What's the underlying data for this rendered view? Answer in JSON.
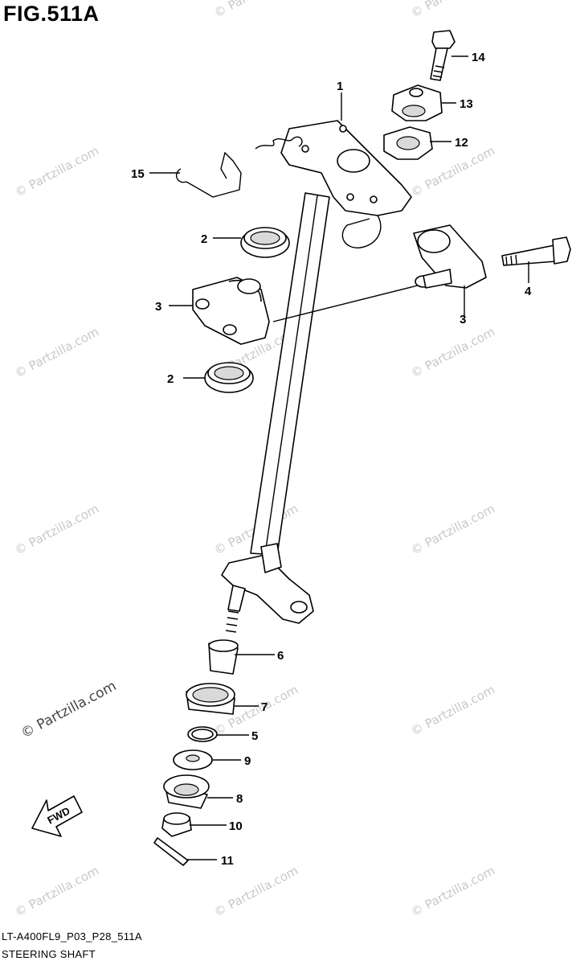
{
  "title": "FIG.511A",
  "footer": {
    "code": "LT-A400FL9_P03_P28_511A",
    "name": "STEERING SHAFT"
  },
  "watermark": "© Partzilla.com",
  "fwd_label": "FWD",
  "callouts": {
    "c1": "1",
    "c2a": "2",
    "c2b": "2",
    "c3a": "3",
    "c3b": "3",
    "c4": "4",
    "c5": "5",
    "c6": "6",
    "c7": "7",
    "c8": "8",
    "c9": "9",
    "c10": "10",
    "c11": "11",
    "c12": "12",
    "c13": "13",
    "c14": "14",
    "c15": "15"
  }
}
